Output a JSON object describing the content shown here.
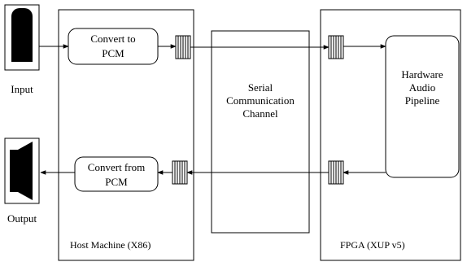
{
  "components": {
    "input_label": "Input",
    "output_label": "Output",
    "convert_to_pcm": [
      "Convert to",
      "PCM"
    ],
    "convert_from_pcm": [
      "Convert from",
      "PCM"
    ],
    "serial_channel": [
      "Serial",
      "Communication",
      "Channel"
    ],
    "hardware_pipeline": [
      "Hardware",
      "Audio",
      "Pipeline"
    ]
  },
  "regions": {
    "host_label": "Host Machine (X86)",
    "fpga_label": "FPGA  (XUP v5)"
  }
}
